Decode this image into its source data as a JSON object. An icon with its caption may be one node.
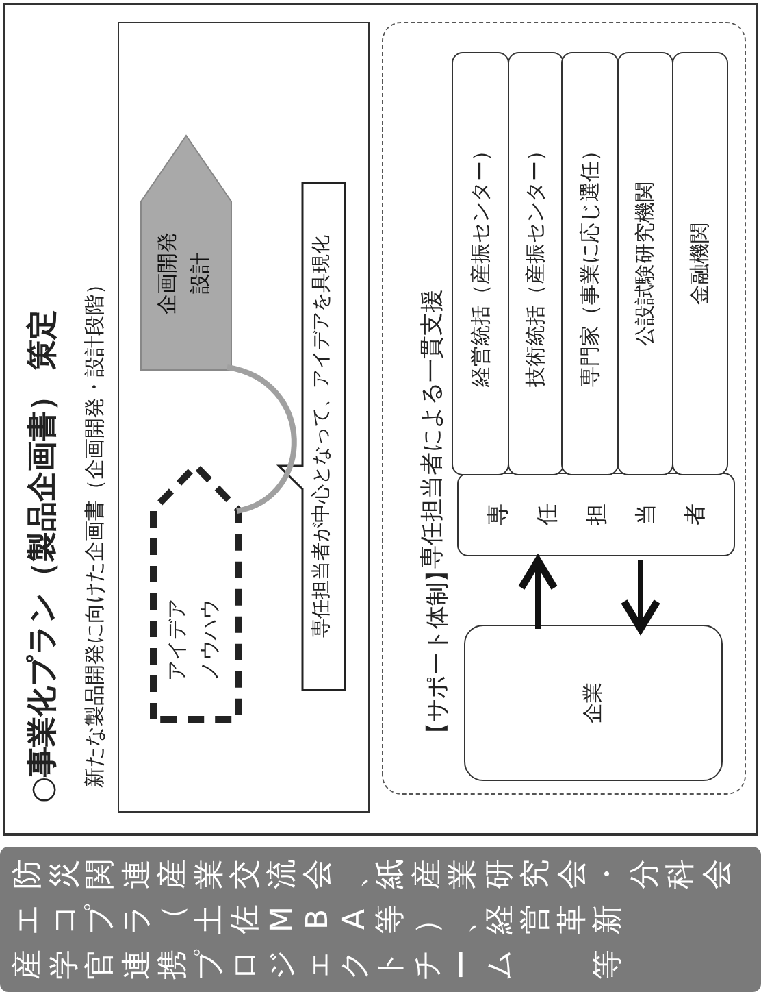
{
  "diagram": {
    "nodes": [
      {
        "text": [
          "○事業化プラン（製品企画書） 策定",
          "新たな製品開発に向けた企画書（企画開発・設計段階）"
        ]
      },
      {
        "text": [],
        "shape": "box",
        "in": 0
      },
      {
        "text": [
          "アイデア",
          "ノウハウ"
        ],
        "in": 1
      },
      {
        "text": [
          "企画開発",
          "設計"
        ],
        "in": 1
      },
      {
        "text": [
          "専任担当者が中心となって、アイデアを具現化"
        ],
        "in": 1
      },
      {
        "text": [
          "【サポート体制】",
          "専任担当者による一貫支援"
        ],
        "in": 0
      },
      {
        "text": [
          "企業"
        ],
        "in": 5
      },
      {
        "text": [
          "専任担当者"
        ],
        "in": 5
      },
      {
        "text": [
          "経営統括（産振センター）"
        ],
        "in": 5
      },
      {
        "text": [
          "技術統括（産振センター）"
        ],
        "in": 5
      },
      {
        "text": [
          "専門家（事業に応じ選任）"
        ],
        "in": 5
      },
      {
        "text": [
          "公設試験研究機関"
        ],
        "in": 5
      },
      {
        "text": [
          "金融機関"
        ],
        "in": 5
      },
      {
        "text": [
          "防災関連産業交流会、紙産業研究会・分科会",
          "エコプラ（土佐MBA等）、経営革新",
          "産学官連携プロジェクトチーム",
          "等"
        ]
      }
    ],
    "edges": [
      {
        "from": 2,
        "to": 3,
        "arrow": "none",
        "color": "#a0a0a0"
      },
      {
        "from": 6,
        "to": 7,
        "arrow": "to"
      },
      {
        "from": 7,
        "to": 6,
        "arrow": "to"
      }
    ]
  }
}
